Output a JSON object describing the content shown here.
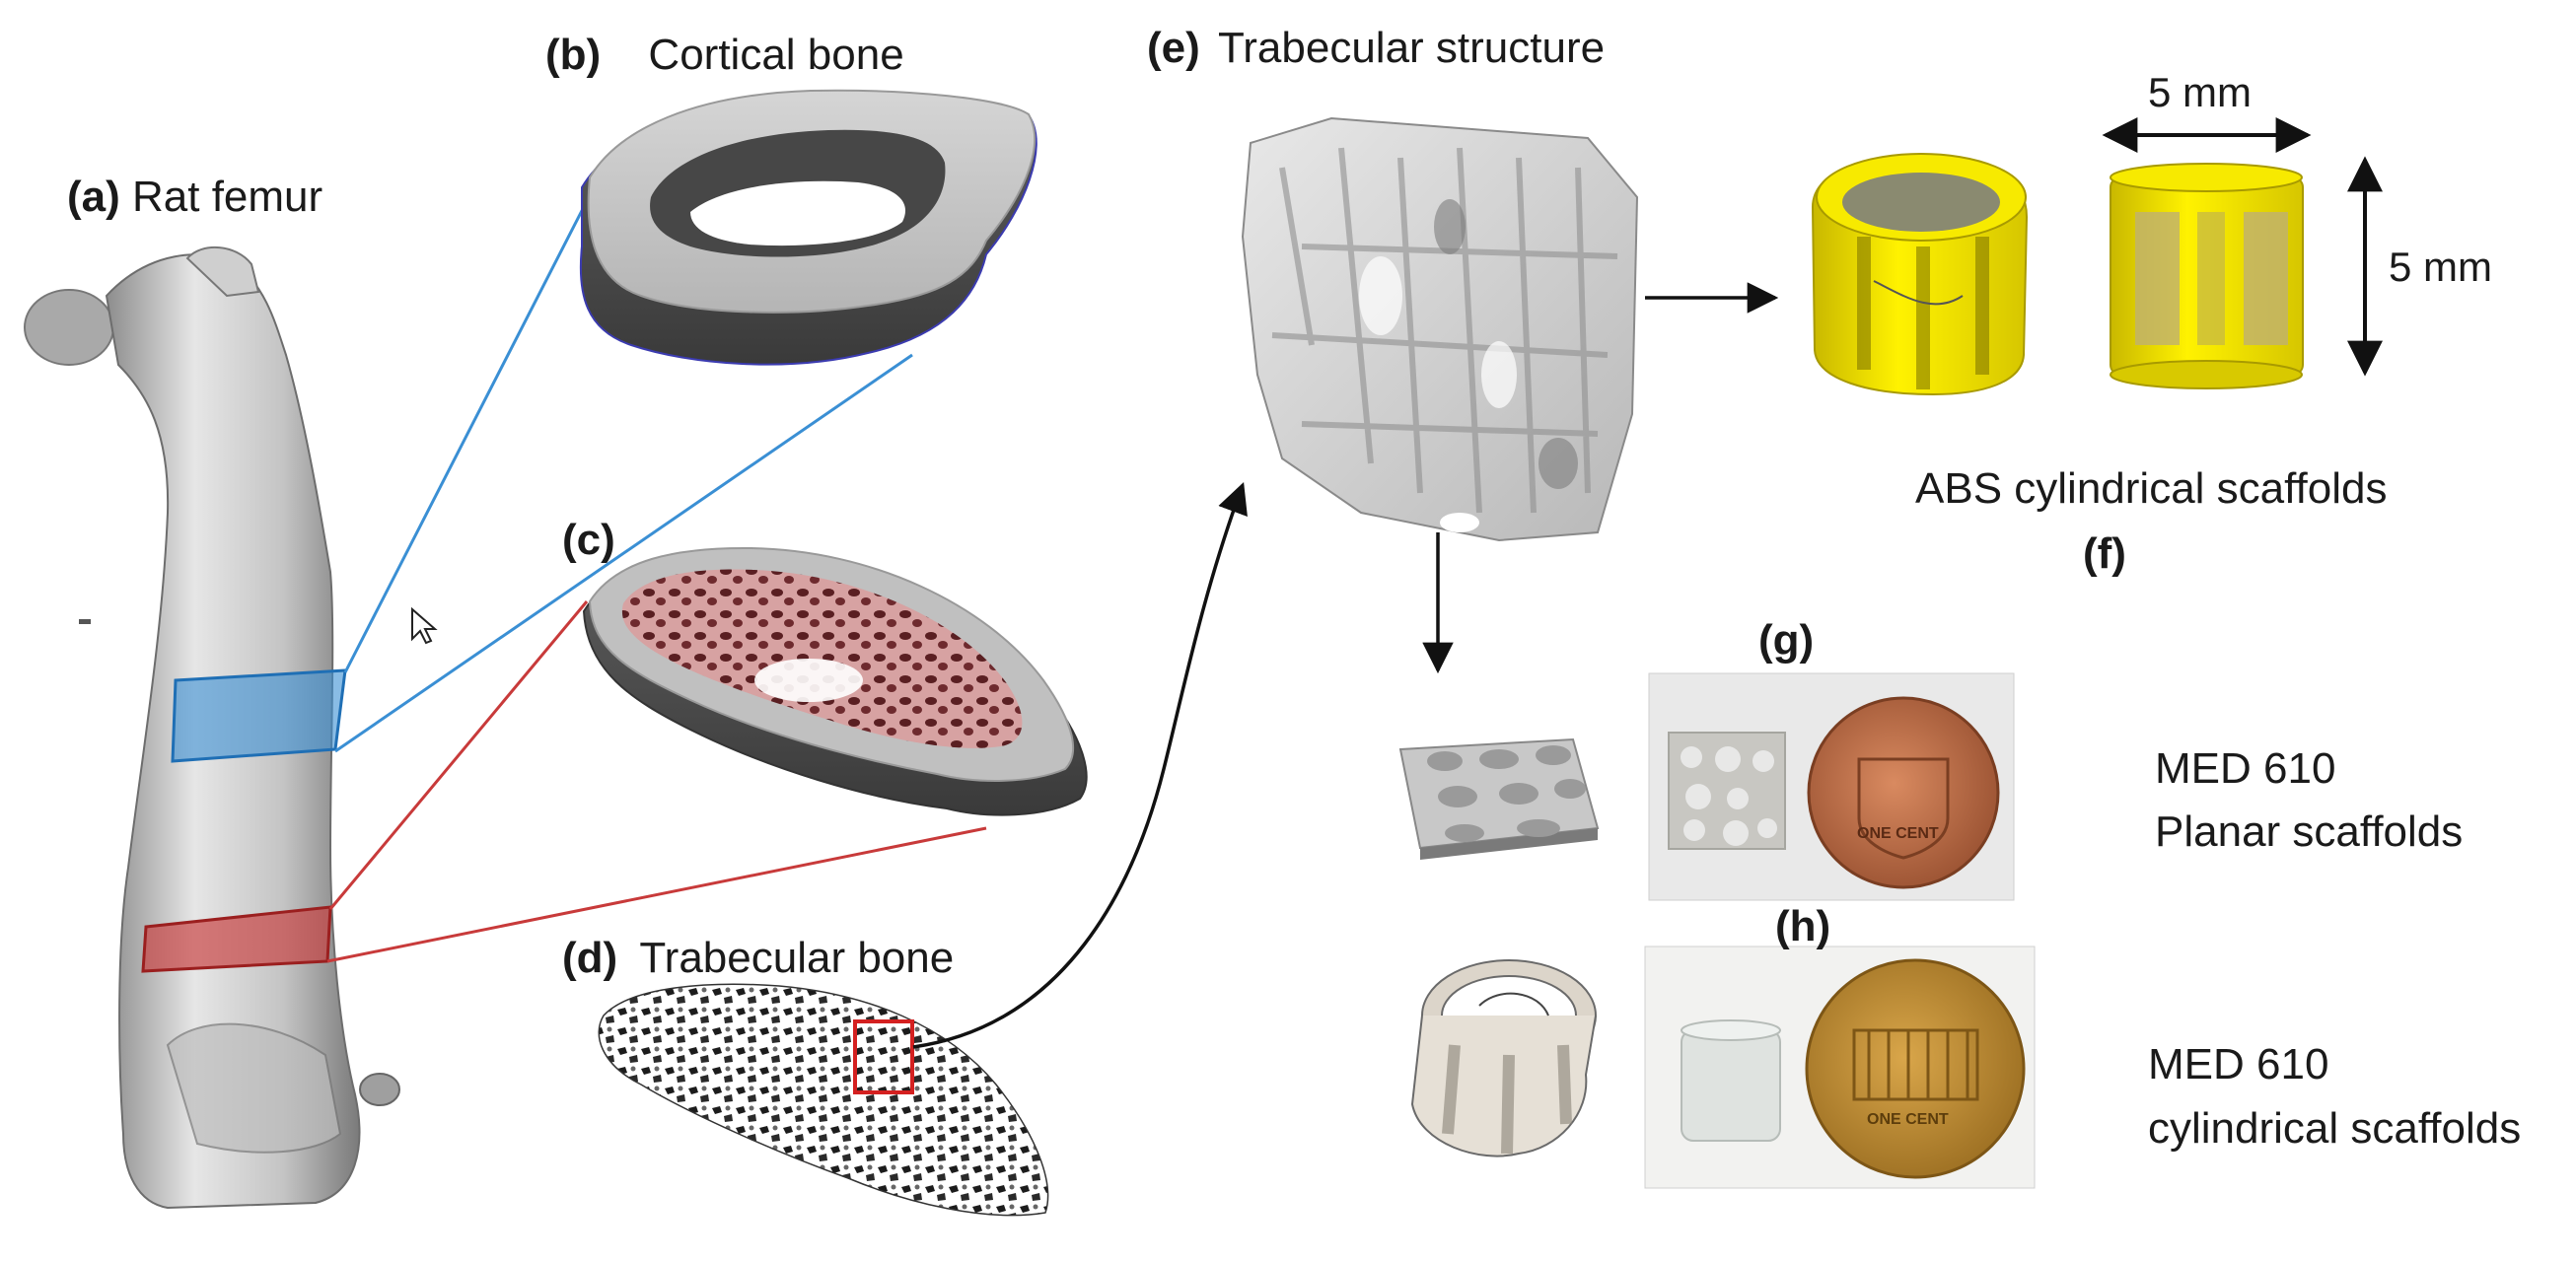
{
  "panels": {
    "a": {
      "letter": "(a)",
      "title": "Rat femur"
    },
    "b": {
      "letter": "(b)",
      "title": "Cortical bone"
    },
    "c": {
      "letter": "(c)"
    },
    "d": {
      "letter": "(d)",
      "title": "Trabecular bone"
    },
    "e": {
      "letter": "(e)",
      "title": "Trabecular structure"
    },
    "f": {
      "letter": "(f)",
      "caption": "ABS cylindrical scaffolds"
    },
    "g": {
      "letter": "(g)"
    },
    "h": {
      "letter": "(h)"
    }
  },
  "dimensions": {
    "width_label": "5 mm",
    "height_label": "5 mm"
  },
  "captions": {
    "planar_line1": "MED 610",
    "planar_line2": "Planar scaffolds",
    "cylindrical_line1": "MED 610",
    "cylindrical_line2": "cylindrical scaffolds"
  },
  "coins": {
    "penny_text": "ONE CENT"
  },
  "colors": {
    "cortical_section_band": "#3a8fd4",
    "trabecular_section_band": "#c83a3a",
    "abs_scaffold": "#f2e000",
    "med610_render": "#d8d2c8",
    "penny": "#b86a45"
  }
}
